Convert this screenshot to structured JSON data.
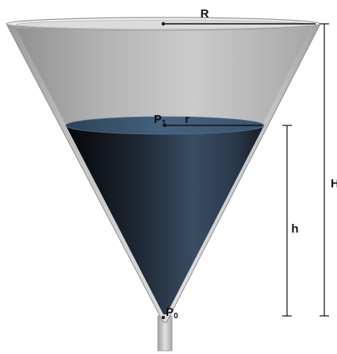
{
  "labels": {
    "top_radius": "R",
    "total_height": "H",
    "liquid_radius": "r",
    "liquid_height": "h",
    "surface_point_main": "P",
    "surface_point_sub": "1",
    "outlet_point_main": "P",
    "outlet_point_sub": "0"
  },
  "colors": {
    "background": "#ffffff",
    "funnel_wall": "#c9c9c9",
    "funnel_inner": "#b5b5b5",
    "liquid_dark": "#0b0d11",
    "liquid_mid": "#2e3e52",
    "liquid_surface": "#3f5874",
    "pipe": "#c4c4c4",
    "dimension_line": "#111111"
  }
}
